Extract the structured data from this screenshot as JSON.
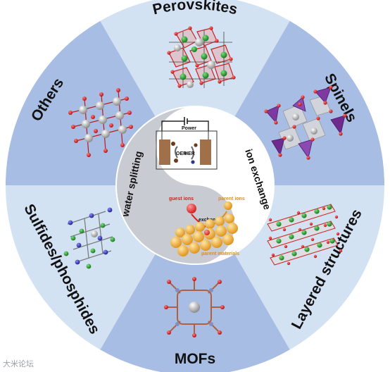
{
  "sectors": [
    {
      "id": "perovskites",
      "label": "Perovskites"
    },
    {
      "id": "spinels",
      "label": "Spinels"
    },
    {
      "id": "layered",
      "label": "Layered structures"
    },
    {
      "id": "mofs",
      "label": "MOFs"
    },
    {
      "id": "sulfides",
      "label": "Sulfides/phosphides"
    },
    {
      "id": "others",
      "label": "Others"
    }
  ],
  "center": {
    "left_label": "water splitting",
    "right_label": "ion exchange",
    "power": "Power",
    "oer": "OER",
    "her": "HER",
    "guest_ions": "guest ions",
    "parent_ions": "parent ions",
    "exchange": "exchange",
    "parent_materials": "parent materials"
  },
  "colors": {
    "sector_dark": "#a8bde3",
    "sector_light": "#d3e2f3",
    "oxygen": "#d42020",
    "metal_green": "#1f8f2a",
    "metal_grey": "#9a9a9a",
    "spinel_purple": "#6e2a8c",
    "guest_ion": "#e04040",
    "parent_ion": "#e8a030",
    "parent_material": "#f0b040"
  },
  "watermark": "大米论坛"
}
